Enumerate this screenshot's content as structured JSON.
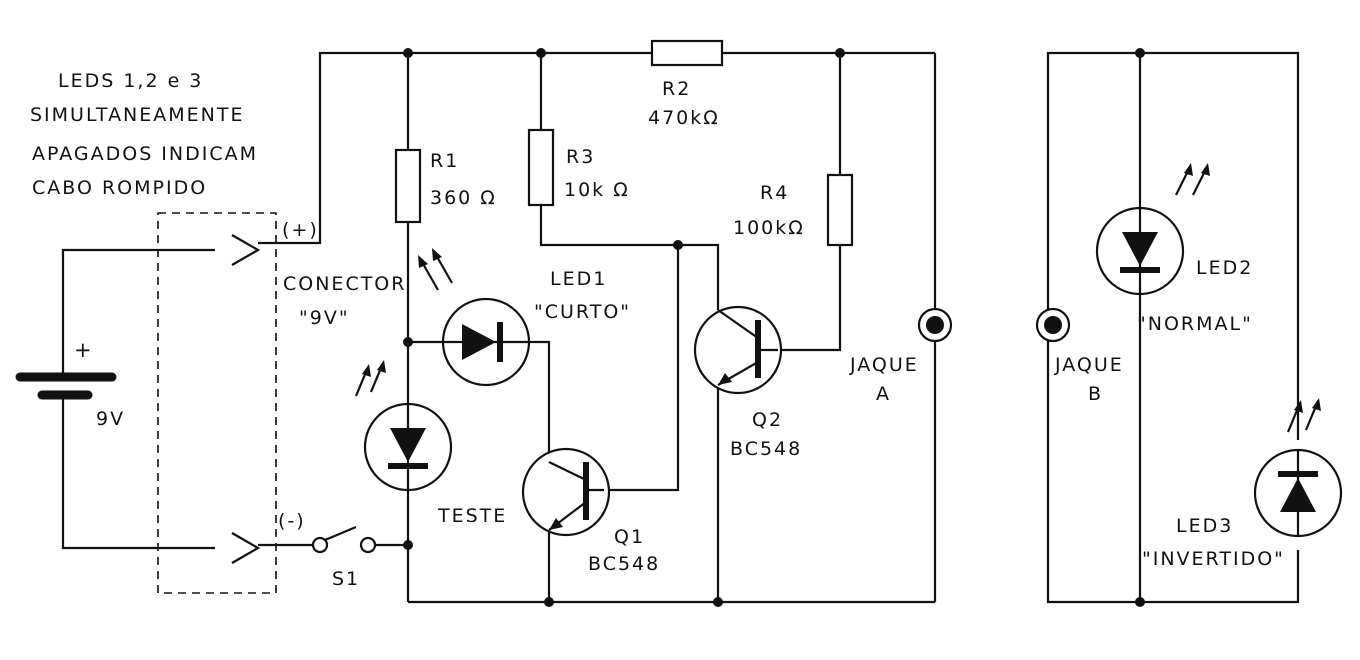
{
  "note": [
    "LEDS 1,2 e 3",
    "SIMULTANEAMENTE",
    "APAGADOS INDICAM",
    "CABO ROMPIDO"
  ],
  "battery": {
    "plus": "+",
    "value": "9V"
  },
  "connector": {
    "plus": "(+)",
    "minus": "(-)",
    "name_line1": "CONECTOR",
    "name_line2": "\"9V\""
  },
  "switch": {
    "name": "S1"
  },
  "r1": {
    "name": "R1",
    "value": "360 Ω"
  },
  "r2": {
    "name": "R2",
    "value": "470kΩ"
  },
  "r3": {
    "name": "R3",
    "value": "10k Ω"
  },
  "r4": {
    "name": "R4",
    "value": "100kΩ"
  },
  "led1": {
    "name": "LED1",
    "label": "\"CURTO\""
  },
  "led_test": {
    "label": "TESTE"
  },
  "q1": {
    "name": "Q1",
    "part": "BC548"
  },
  "q2": {
    "name": "Q2",
    "part": "BC548"
  },
  "jack_a": {
    "line1": "JAQUE",
    "line2": "A"
  },
  "jack_b": {
    "line1": "JAQUE",
    "line2": "B"
  },
  "led2": {
    "name": "LED2",
    "label": "\"NORMAL\""
  },
  "led3": {
    "name": "LED3",
    "label": "\"INVERTIDO\""
  }
}
